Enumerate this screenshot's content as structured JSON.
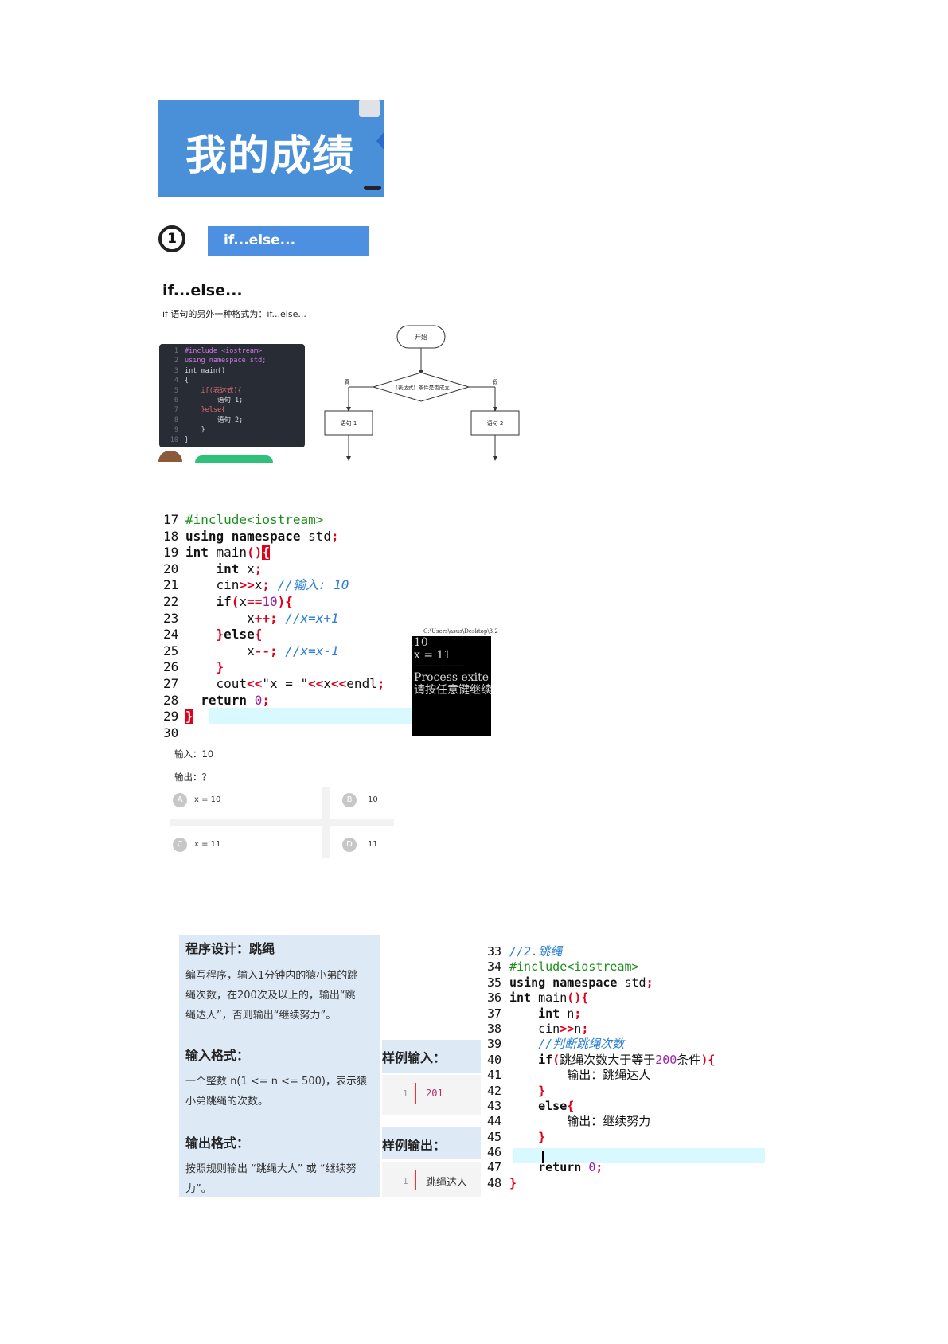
{
  "banner": {
    "title": "我的成绩"
  },
  "section1": {
    "number": "1",
    "bar_label": "if...else..."
  },
  "intro": {
    "title": "if...else...",
    "description": "if 语句的另外一种格式为：if...else..."
  },
  "dark_code": [
    {
      "n": "1",
      "text": "#include <iostream>"
    },
    {
      "n": "2",
      "text": "using namespace std;"
    },
    {
      "n": "3",
      "text": "int main()"
    },
    {
      "n": "4",
      "text": "{"
    },
    {
      "n": "5",
      "text": "    if(表达式){"
    },
    {
      "n": "6",
      "text": "        语句 1;"
    },
    {
      "n": "7",
      "text": "    }else{"
    },
    {
      "n": "8",
      "text": "        语句 2;"
    },
    {
      "n": "9",
      "text": "    }"
    },
    {
      "n": "10",
      "text": "}"
    }
  ],
  "flowchart": {
    "start": "开始",
    "condition": "（表达式）条件是否成立",
    "true_label": "真",
    "false_label": "假",
    "stmt1": "语句 1",
    "stmt2": "语句 2"
  },
  "code2_lines": [
    "17",
    "18",
    "19",
    "20",
    "21",
    "22",
    "23",
    "24",
    "25",
    "26",
    "27",
    "28",
    "29",
    "30"
  ],
  "code2": {
    "l17": "#include<iostream>",
    "l18a": "using namespace ",
    "l18b": "std",
    "l18c": ";",
    "l19a": "int ",
    "l19b": "main",
    "l19c": "()",
    "l19d": "{",
    "l20a": "    int ",
    "l20b": "x",
    "l20c": ";",
    "l21a": "    cin",
    "l21b": ">>",
    "l21c": "x",
    "l21d": "; ",
    "l21e": "//输入: 10",
    "l22a": "    if",
    "l22b": "(",
    "l22c": "x",
    "l22d": "==",
    "l22e": "10",
    "l22f": "){",
    "l23a": "        x",
    "l23b": "++; ",
    "l23c": "//x=x+1",
    "l24a": "    }",
    "l24b": "else",
    "l24c": "{",
    "l25a": "        x",
    "l25b": "--; ",
    "l25c": "//x=x-1",
    "l26": "    }",
    "l27a": "    cout",
    "l27b": "<<",
    "l27c": "\"x = \"",
    "l27d": "<<",
    "l27e": "x",
    "l27f": "<<",
    "l27g": "endl",
    "l27h": ";",
    "l28a": "  return ",
    "l28b": "0",
    "l28c": ";",
    "l29": "}",
    "l30": ""
  },
  "console": {
    "title": "C:\\Users\\asus\\Desktop\\3.2",
    "lines": [
      "10",
      "x = 11",
      "",
      "--------------------",
      "Process exite",
      "请按任意键继续"
    ]
  },
  "io": {
    "input": "输入：10",
    "output": "输出：？"
  },
  "options": [
    {
      "letter": "A",
      "text": "x = 10"
    },
    {
      "letter": "B",
      "text": "10"
    },
    {
      "letter": "C",
      "text": "x = 11"
    },
    {
      "letter": "D",
      "text": "11"
    }
  ],
  "problem": {
    "title": "程序设计：跳绳",
    "body": [
      "编写程序，输入1分钟内的猿小弟的跳",
      "绳次数，在200次及以上的，输出“跳",
      "绳达人”，否则输出“继续努力”。"
    ],
    "input_h": "输入格式：",
    "input_body": [
      "一个整数 n(1 <= n <= 500)，表示猿",
      "小弟跳绳的次数。"
    ],
    "output_h": "输出格式：",
    "output_body": [
      "按照规则输出 “跳绳大人” 或 “继续努",
      "力”。"
    ],
    "sample_in_h": "样例输入：",
    "sample_in_n": "1",
    "sample_in_v": "201",
    "sample_out_h": "样例输出：",
    "sample_out_n": "1",
    "sample_out_v": "跳绳达人"
  },
  "code3_lines": [
    "33",
    "34",
    "35",
    "36",
    "37",
    "38",
    "39",
    "40",
    "41",
    "42",
    "43",
    "44",
    "45",
    "46",
    "47",
    "48"
  ],
  "code3": {
    "l33": "//2.跳绳",
    "l34": "#include<iostream>",
    "l35a": "using namespace ",
    "l35b": "std",
    "l35c": ";",
    "l36a": "int ",
    "l36b": "main",
    "l36c": "(){",
    "l37a": "    int ",
    "l37b": "n",
    "l37c": ";",
    "l38a": "    cin",
    "l38b": ">>",
    "l38c": "n",
    "l38d": ";",
    "l39": "    //判断跳绳次数",
    "l40a": "    if",
    "l40b": "(",
    "l40c": "跳绳次数大于等于",
    "l40d": "200",
    "l40e": "条件",
    "l40f": "){",
    "l41": "        输出：跳绳达人",
    "l42": "    }",
    "l43a": "    else",
    "l43b": "{",
    "l44": "        输出：继续努力",
    "l45": "    }",
    "l46": "    ",
    "l47a": "    return ",
    "l47b": "0",
    "l47c": ";",
    "l48": "}"
  },
  "colors": {
    "banner": "#4a90d9",
    "accent": "#4d8fe0",
    "card": "#dde9f5",
    "keyword": "#e0001b",
    "comment": "#2a7fd4",
    "include": "#1a8f1a",
    "number": "#9b1fa8",
    "highlight": "#d7f9ff"
  }
}
